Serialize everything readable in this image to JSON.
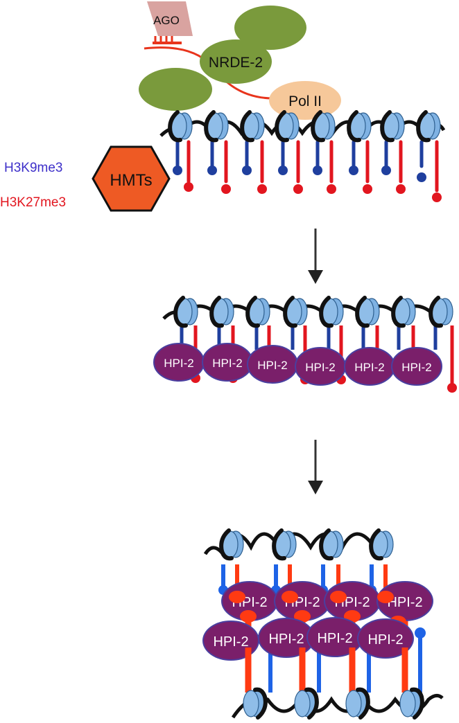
{
  "labels": {
    "ago": "AGO",
    "nrde2": "NRDE-2",
    "pol2": "Pol II",
    "hmts": "HMTs",
    "h3k9": "H3K9me3",
    "h3k27": "H3K27me3",
    "hpi2": "HPI-2"
  },
  "colors": {
    "green": "#7a9a3c",
    "rna": "#e8341c",
    "ago": "#d9a3a0",
    "pol2": "#f6c89a",
    "hmt": "#ee5a24",
    "blue_mark": "#1f3f9e",
    "red_mark": "#e2161f",
    "nucleosome": "#6fa8dc",
    "hpi2": "#7a1f6a",
    "h3k9_text": "#3d2fc9",
    "h3k27_text": "#e2161f"
  }
}
